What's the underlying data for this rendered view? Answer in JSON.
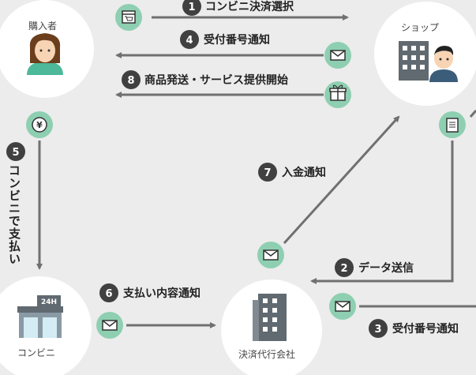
{
  "nodes": {
    "buyer": "購入者",
    "shop": "ショップ",
    "store": "コンビニ",
    "processor": "決済代行会社",
    "store_sign": "24H"
  },
  "steps": [
    {
      "num": "1",
      "text": "コンビニ決済選択"
    },
    {
      "num": "4",
      "text": "受付番号通知"
    },
    {
      "num": "8",
      "text": "商品発送・サービス提供開始"
    },
    {
      "num": "5",
      "text": "コンビニで支払い"
    },
    {
      "num": "7",
      "text": "入金通知"
    },
    {
      "num": "2",
      "text": "データ送信"
    },
    {
      "num": "6",
      "text": "支払い内容通知"
    },
    {
      "num": "3",
      "text": "受付番号通知"
    }
  ],
  "colors": {
    "accent_green": "#8ecfb2",
    "arrow_gray": "#707070",
    "badge_dark": "#404040",
    "node_bg": "#ffffff",
    "page_bg": "#ececec"
  }
}
